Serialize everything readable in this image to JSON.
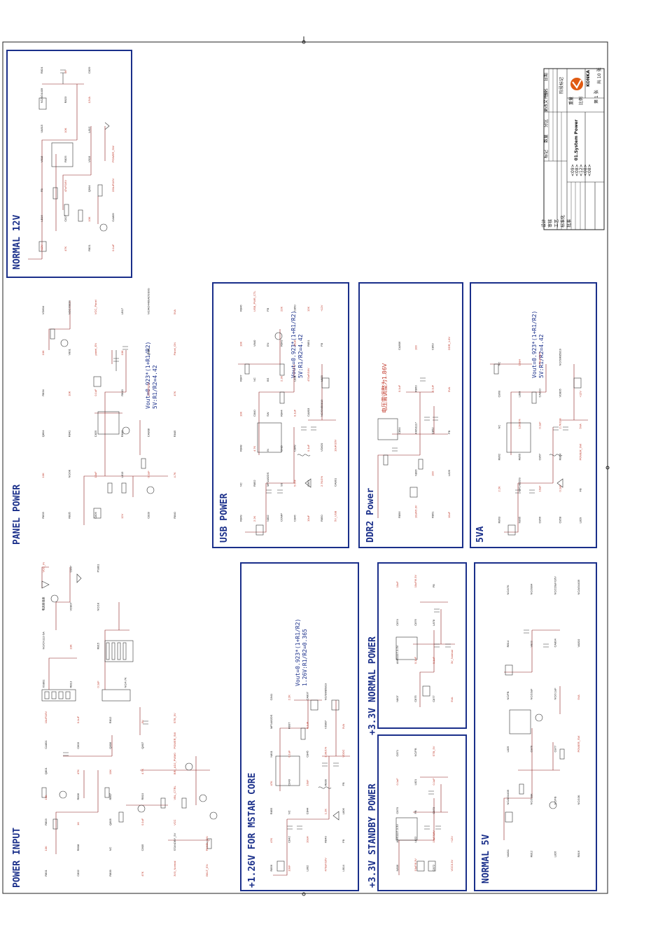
{
  "sections": {
    "power_input": {
      "title": "POWER INPUT"
    },
    "panel_power": {
      "title": "PANEL POWER"
    },
    "normal_12v": {
      "title": "NORMAL 12V"
    },
    "mstar_core": {
      "title": "+1.26V FOR MSTAR CORE",
      "formula1": "Vout=0.923*(1+R1/R2)",
      "formula2": "1.26V:R1/R2=0.365"
    },
    "usb_power": {
      "title": "USB POWER",
      "formula1": "Vout=0.923*(1+R1/R2)",
      "formula2": "5V:R1/R2=4.42"
    },
    "ddr2_power": {
      "title": "DDR2 Power",
      "note": "电压需调整为1.86V"
    },
    "power_5va": {
      "title": "5VA",
      "formula1": "Vout=0.923*(1+R1/R2)",
      "formula2": "5V:R1/R2=4.42"
    },
    "standby_3v3": {
      "title": "+3.3V STANDBY POWER"
    },
    "normal_3v3": {
      "title": "+3.3V NORMAL POWER"
    },
    "normal_5v": {
      "title": "NORMAL 5V"
    },
    "panel_formula": {
      "formula1": "Vout=0.923*(1+R1/R2)",
      "formula2": "5V:R1/R2=4.42"
    }
  },
  "labels": {
    "power_input": [
      "R801",
      "10K",
      "R803",
      "10K",
      "Q801",
      "CA801",
      "10uF/16V",
      "C802",
      "R808",
      "1K",
      "R806",
      "47K",
      "C803",
      "0.1uF",
      "R809",
      "NC",
      "Q805",
      "R807",
      "10K",
      "Q806",
      "R812",
      "47K",
      "C805",
      "0.1uF",
      "R810",
      "4.7K",
      "Q807",
      "5V",
      "3V3_Normal",
      "STANDBY_5V",
      "VCC",
      "VBL_CTRL",
      "BRI_ADJ_PWM0",
      "POWER_SW",
      "STB_5V",
      "BKLT_EN",
      "PANEL_ON"
    ],
    "connector": [
      "XS801",
      "NC/CN112-5A",
      "电源座插座",
      "VCC_IN",
      "R813",
      "10K",
      "VD807",
      "C807",
      "0.1uF",
      "R815",
      "NC/1K",
      "PS801",
      "NC/4.7K"
    ],
    "panel": [
      "R833",
      "10K",
      "Q804",
      "R834",
      "10K",
      "VD804",
      "R835",
      "NC/0K",
      "R841",
      "10K",
      "V801",
      "NDC7002N",
      "C826",
      "10uF",
      "C825",
      "0.1uF",
      "panel_EN",
      "VCC_Panel",
      "12V",
      "L813",
      "R842",
      "R843",
      "10K",
      "LB17",
      "C828",
      "0.1uF",
      "CA808",
      "220uF/16V",
      "Q808",
      "NC/AO4409ADSS0G",
      "R840",
      "4.7K",
      "R845",
      "47K",
      "Panel_ON",
      "5VA"
    ],
    "normal12v": [
      "+12V",
      "LB16",
      "FB",
      "V818",
      "VA815",
      "NC/AO4409",
      "R824",
      "47K",
      "C827",
      "47uF/16V",
      "R825",
      "10K",
      "R823",
      "1K",
      "R821",
      "10K",
      "Q904",
      "V619",
      "L812",
      "12VA",
      "C829",
      "0.1uF",
      "CA809",
      "220uF/16V",
      "POWER_SW"
    ],
    "usb": [
      "R849",
      "NC",
      "R848",
      "10K",
      "R847",
      "10K",
      "R846",
      "2.2K",
      "R852",
      "4.7K",
      "C840",
      "NC",
      "V840",
      "USB_PWR_CTL",
      "N802",
      "MP1482DS",
      "IN",
      "SW",
      "BS",
      "EN",
      "FB",
      "COMP",
      "SS",
      "GND",
      "R844",
      "2.2K",
      "R843",
      "22K",
      "C846",
      "5.6nF",
      "C849",
      "0.1uF",
      "L821",
      "10uH",
      "C850",
      "10uF",
      "C851",
      "0.1uF",
      "CA803",
      "470uF/16V",
      "R851",
      "12K",
      "R850",
      "2.7K/1%",
      "VD820",
      "NC/SMB5819",
      "L820",
      "FB",
      "+12V",
      "5V_USB",
      "CA801",
      "10uF/16V"
    ],
    "ddr2": [
      "R856",
      "",
      "C854",
      "0.1uF",
      "CA806",
      "10uF/6.3V",
      "N806",
      "AMS1117",
      "R860",
      "100",
      "R861",
      "100",
      "C852",
      "0.1uF",
      "C853",
      "10uF",
      "L826",
      "FB",
      "5VA",
      "DDR_1.8V"
    ],
    "va5": [
      "R863",
      "2.2K",
      "R862",
      "NC",
      "C860",
      "NC",
      "N805",
      "MP1482DS",
      "R855",
      "12K/1%",
      "L809",
      "10uH",
      "C856",
      "10uF",
      "C857",
      "0.1uF",
      "CA810",
      "470uF/16V",
      "C858",
      "0.1uF",
      "R864",
      "2.7K/1%",
      "VD805",
      "NC/SMB5819",
      "L829",
      "FB",
      "POWER_SW",
      "5VA",
      "+12V"
    ],
    "core": [
      "R856",
      "47K",
      "R855",
      "47K",
      "N801",
      "MP1482DS",
      "C841",
      "10nF",
      "C842",
      "NC",
      "C843",
      "0.1uF",
      "R837",
      "2.2K",
      "L802",
      "10uH",
      "C844",
      "10uF",
      "C845",
      "0.1uF",
      "CA807",
      "470uF/16V",
      "R840",
      "1.2K",
      "R839",
      "3.3K/1%",
      "VD807",
      "NC/SMB5819",
      "LB14",
      "FB",
      "L806",
      "FB",
      "VDDC",
      "5VA"
    ],
    "stby3v3": [
      "N806",
      "AMS1117-3.3V",
      "C870",
      "0.1uF",
      "C871",
      "10uF/6.3V",
      "L822",
      "FB",
      "L821",
      "NC/FB",
      "C872",
      "10uF/16V",
      "C873",
      "0.1uF",
      "STB_5V",
      "VCC3.3V",
      "+12V"
    ],
    "norm3v3": [
      "N807",
      "AMS1117-3.3V",
      "C874",
      "10uF",
      "C875",
      "0.1uF",
      "C876",
      "10uF/6.3V",
      "C877",
      "0.1uF",
      "L878",
      "FB",
      "5VA",
      "3V_Normal"
    ],
    "norm5v": [
      "VA811",
      "NC/AO4409",
      "L825",
      "NC/FB",
      "R814",
      "NC/47K",
      "R812",
      "NC/100K",
      "C876",
      "NC/10uF",
      "V822",
      "NC/3904",
      "L826",
      "NC/FB",
      "C877",
      "NC/0.1uF",
      "CA804",
      "NC/220uF/16V",
      "R816",
      "NC/10K",
      "POWER_SW",
      "5VA",
      "VA810",
      "NC/AO4409"
    ]
  },
  "title_block": {
    "company": "KONKA",
    "drawing_title": "01.System Power",
    "sheet": "第 1 张",
    "total": "共 10 张",
    "row_labels": [
      "设计",
      "审核",
      "工艺",
      "标准化",
      "批准"
    ],
    "col_headers": [
      "标记",
      "数量",
      "分区",
      "更改文件号",
      "签名",
      "日期"
    ],
    "extra": [
      "<09>",
      "<08>",
      "<12>",
      "<08>",
      "<08>"
    ],
    "stage": "阶段标记",
    "weight": "重量",
    "scale": "比例"
  }
}
